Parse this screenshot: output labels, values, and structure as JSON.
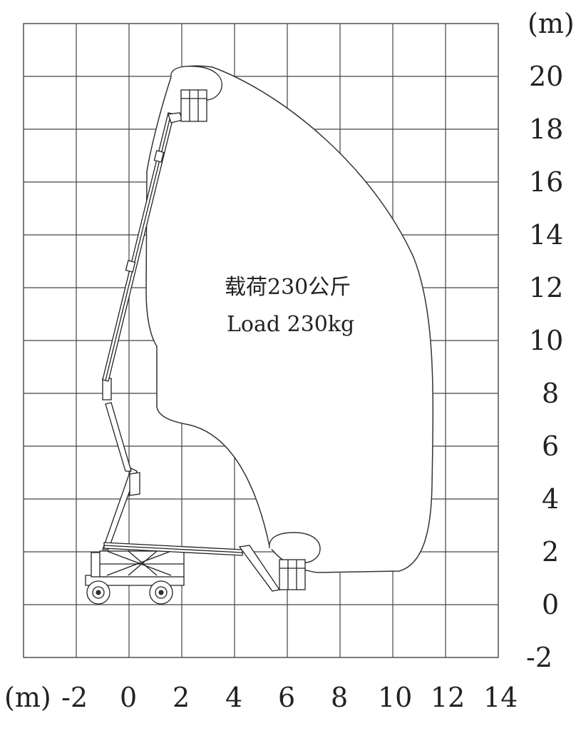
{
  "axes": {
    "x_unit": "(m)",
    "y_unit": "(m)",
    "x_ticks": [
      "-2",
      "0",
      "2",
      "4",
      "6",
      "8",
      "10",
      "12",
      "14"
    ],
    "y_ticks": [
      "20",
      "18",
      "16",
      "14",
      "12",
      "10",
      "8",
      "6",
      "4",
      "2",
      "0",
      "-2"
    ]
  },
  "envelope_label": {
    "line1": "载荷230公斤",
    "line2": "Load 230kg"
  }
}
